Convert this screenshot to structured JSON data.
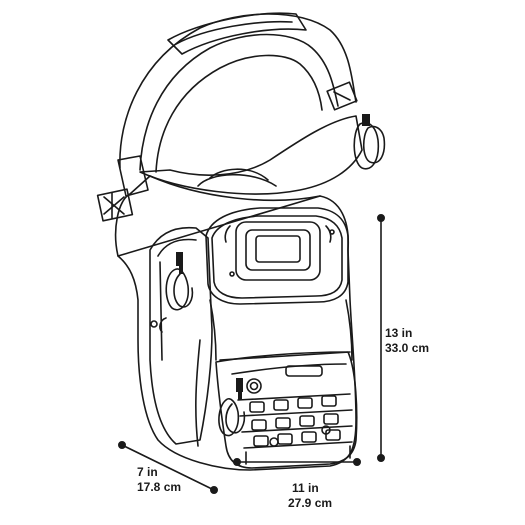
{
  "dimensions": {
    "height": {
      "imperial": "13 in",
      "metric": "33.0 cm"
    },
    "width": {
      "imperial": "11 in",
      "metric": "27.9 cm"
    },
    "depth": {
      "imperial": "7 in",
      "metric": "17.8 cm"
    }
  },
  "colors": {
    "line": "#1a1a1a",
    "background": "#ffffff"
  }
}
